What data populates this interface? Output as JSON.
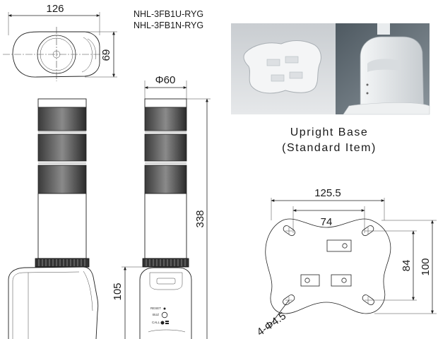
{
  "dimensions": {
    "top_width": "126",
    "top_depth": "69",
    "diameter": "Φ60",
    "height": "338",
    "base_height": "105",
    "plate_width": "125.5",
    "hole_pitch_x": "74",
    "hole_pitch_y": "84",
    "plate_depth": "100",
    "mount_holes": "4-Φ4.5"
  },
  "models": [
    "NHL-3FB1U-RYG",
    "NHL-3FB1N-RYG"
  ],
  "caption": {
    "line1": "Upright Base",
    "line2": "(Standard Item)"
  },
  "front_labels": [
    "RESET",
    "BUZ",
    "CALL"
  ],
  "colors": {
    "line": "#222222",
    "photo_bg_left": "#d6d9dc",
    "photo_bg_right": "#5f6a72"
  }
}
